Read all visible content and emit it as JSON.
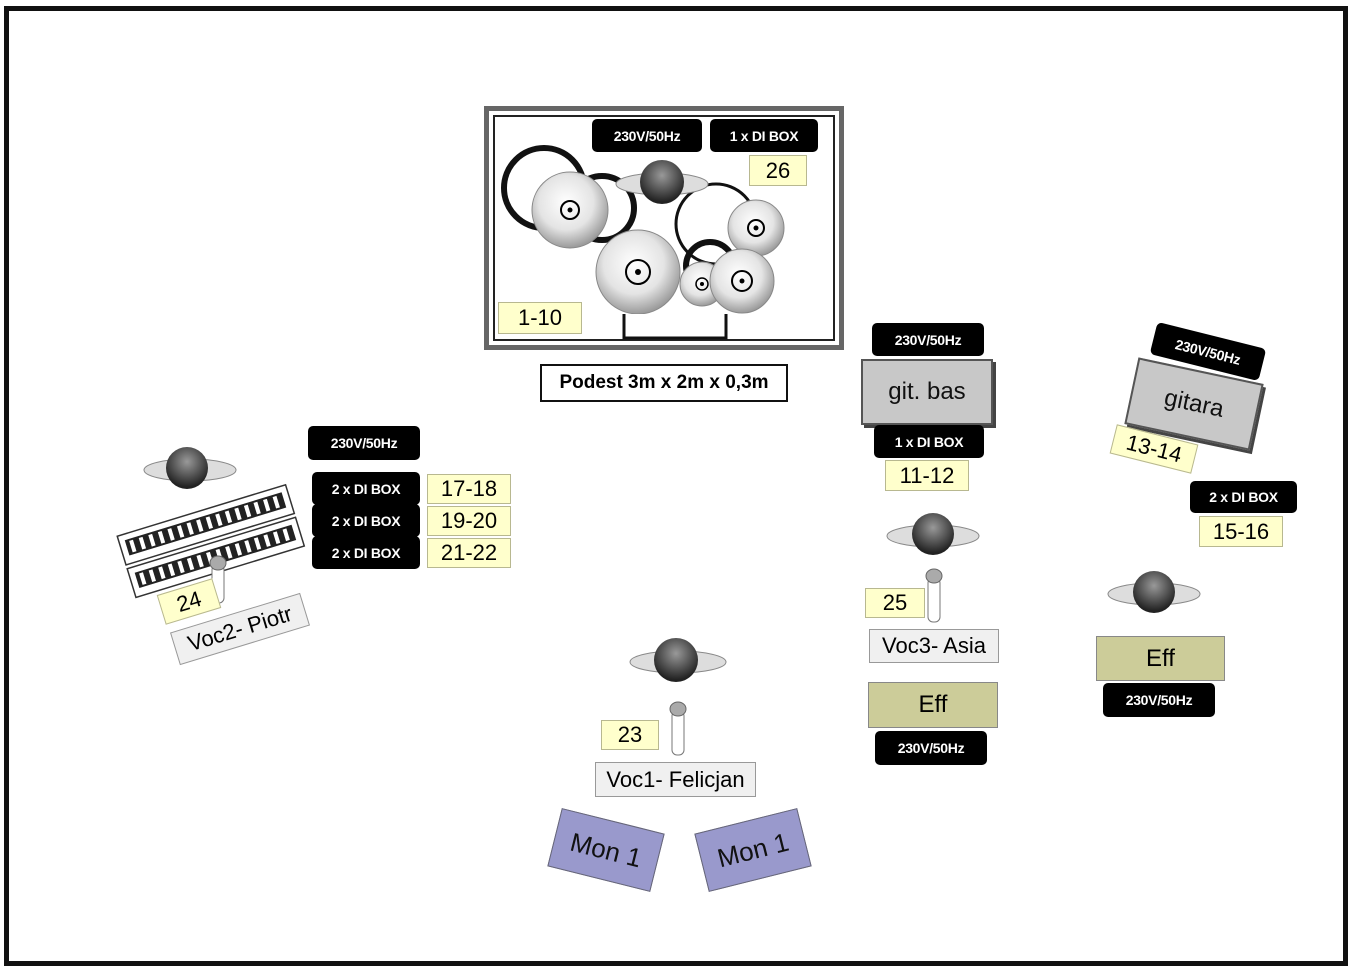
{
  "drums": {
    "riser_label": "Podest 3m x 2m x 0,3m",
    "power": "230V/50Hz",
    "di": "1 x DI BOX",
    "channels": "1-10",
    "di_channel": "26"
  },
  "bass": {
    "power": "230V/50Hz",
    "amp_label": "git. bas",
    "di": "1 x DI BOX",
    "channels": "11-12"
  },
  "guitar": {
    "power": "230V/50Hz",
    "amp_label": "gitara",
    "channels": "13-14",
    "di": "2 x DI BOX",
    "di_channels": "15-16",
    "effects_label": "Eff",
    "effects_power": "230V/50Hz"
  },
  "keys": {
    "power": "230V/50Hz",
    "di_boxes": [
      {
        "label": "2 x DI BOX",
        "channels": "17-18"
      },
      {
        "label": "2 x DI BOX",
        "channels": "19-20"
      },
      {
        "label": "2 x DI BOX",
        "channels": "21-22"
      }
    ],
    "mic_channel": "24",
    "vocalist": "Voc2- Piotr"
  },
  "voc1": {
    "channel": "23",
    "name": "Voc1- Felicjan"
  },
  "voc3": {
    "channel": "25",
    "name": "Voc3- Asia",
    "effects_label": "Eff",
    "effects_power": "230V/50Hz"
  },
  "monitors": [
    {
      "label": "Mon 1"
    },
    {
      "label": "Mon 1"
    }
  ]
}
